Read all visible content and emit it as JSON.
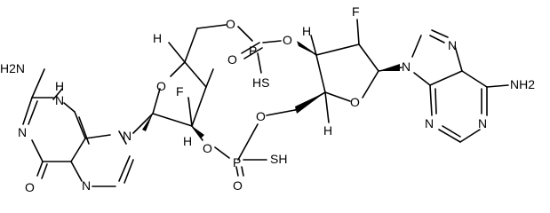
{
  "molecule": {
    "atoms": {
      "h2n_left": "H2N",
      "nh_left": "H",
      "nh_left_n": "N",
      "n1_left": "N",
      "n9_left": "N",
      "n7_left": "N",
      "o6_left": "O",
      "o_ring_left": "O",
      "h_c4_left": "H",
      "h_c3_left": "H",
      "f_left": "F",
      "o5_left": "O",
      "p_top": "P",
      "o_p_top_eq": "O",
      "o_p_top_link": "O",
      "sh_top": "HS",
      "o3_left": "O",
      "p_bottom": "P",
      "o_p_bottom_eq": "O",
      "sh_bottom": "SH",
      "o5_right": "O",
      "o_ring_right": "O",
      "h_c3_right": "H",
      "h_c4_right": "H",
      "f_right": "F",
      "n9_right": "N",
      "n7_right": "N",
      "n3_right": "N",
      "n1_right": "N",
      "nh2_right": "NH2"
    }
  }
}
